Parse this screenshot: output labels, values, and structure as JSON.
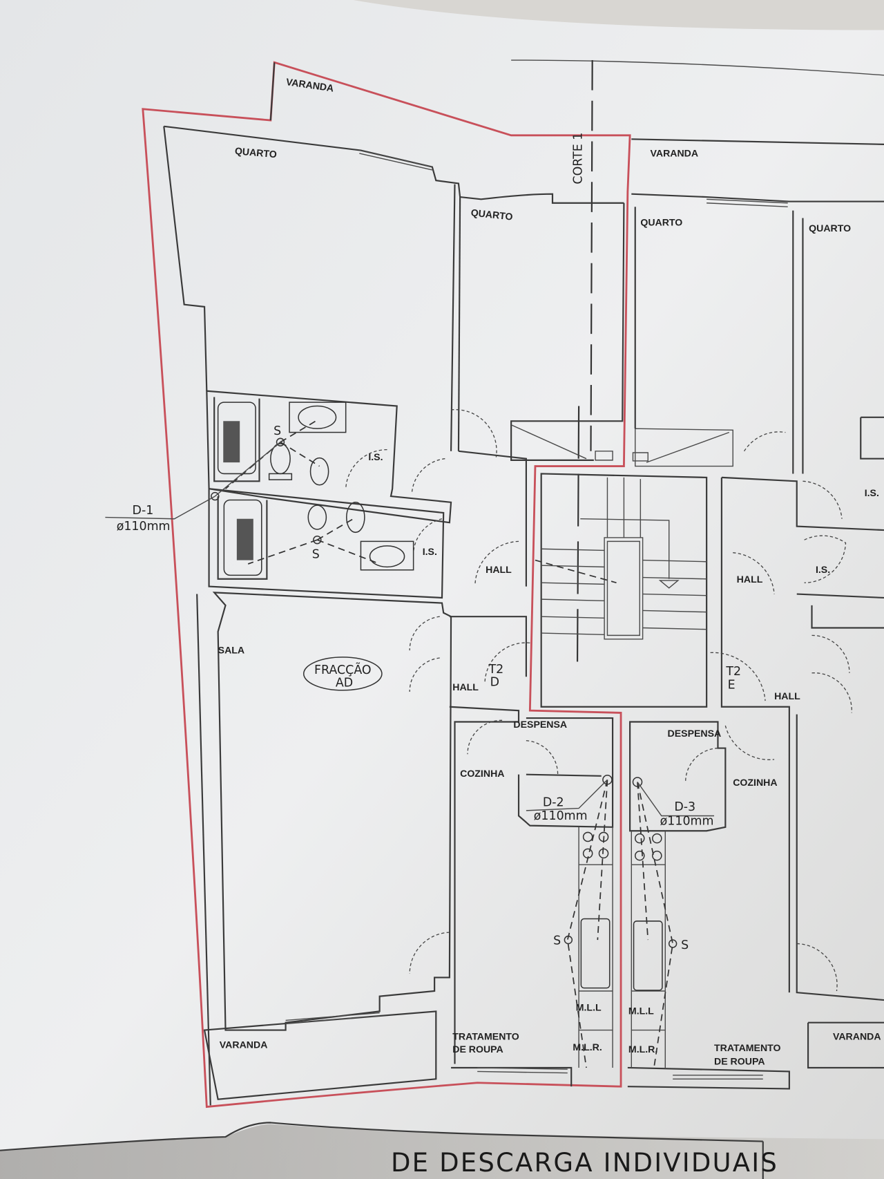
{
  "drawing": {
    "section_marker": "CORTE 1",
    "unit_label": "FRACÇÃO",
    "unit_label_sub": "AD",
    "rooms": {
      "varanda_top_left": "VARANDA",
      "quarto_left": "QUARTO",
      "quarto_mid": "QUARTO",
      "varanda_top_right": "VARANDA",
      "quarto_right1": "QUARTO",
      "quarto_right2": "QUARTO",
      "is_1": "I.S.",
      "is_2": "I.S.",
      "is_3": "I.S.",
      "is_4": "I.S.",
      "hall_1": "HALL",
      "hall_2": "HALL",
      "hall_3": "HALL",
      "hall_4": "HALL",
      "sala": "SALA",
      "t2d_1": "T2",
      "t2d_2": "D",
      "t2e_1": "T2",
      "t2e_2": "E",
      "despensa_1": "DESPENSA",
      "despensa_2": "DESPENSA",
      "cozinha_1": "COZINHA",
      "cozinha_2": "COZINHA",
      "mll_1": "M.L.L",
      "mll_2": "M.L.L",
      "mlr_1": "M.L.R.",
      "mlr_2": "M.L.R.",
      "trat_1a": "TRATAMENTO",
      "trat_1b": "DE ROUPA",
      "trat_2a": "TRATAMENTO",
      "trat_2b": "DE ROUPA",
      "varanda_bottom_left": "VARANDA",
      "varanda_bottom_right": "VARANDA"
    },
    "drains": [
      {
        "id": "D-1",
        "diameter": "ø110mm"
      },
      {
        "id": "D-2",
        "diameter": "ø110mm"
      },
      {
        "id": "D-3",
        "diameter": "ø110mm"
      }
    ],
    "siphon_label": "S",
    "bottom_title": "DE DESCARGA INDIVIDUAIS",
    "colors": {
      "boundary": "#c8505a",
      "lines": "#3a3a3a",
      "paper": "#ecedee"
    }
  }
}
